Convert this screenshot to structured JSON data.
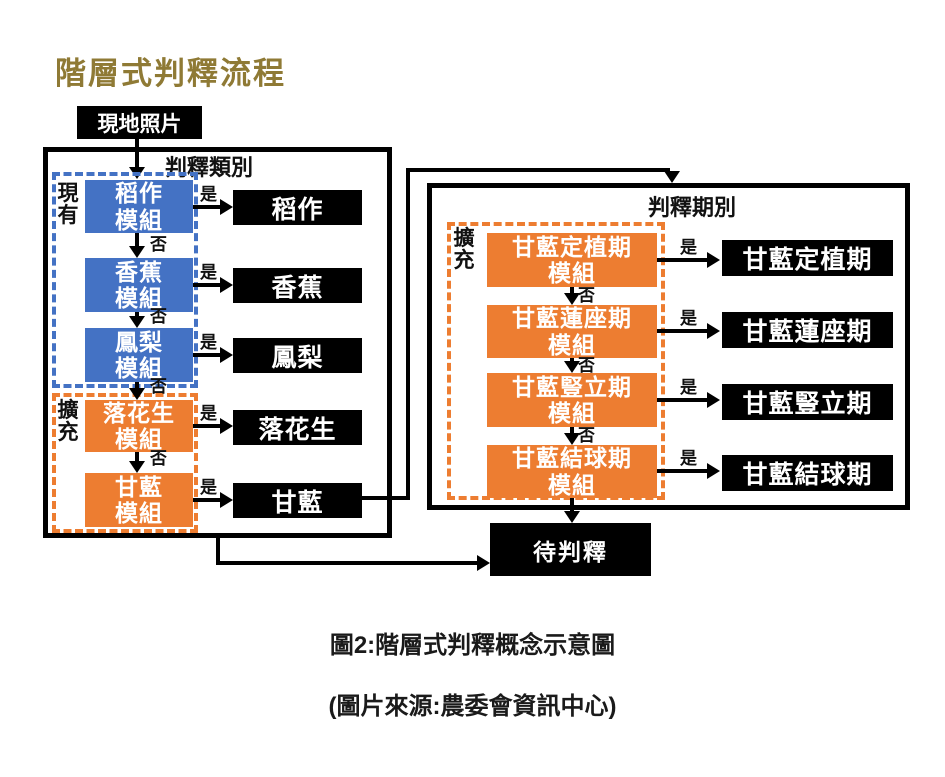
{
  "title": "階層式判釋流程",
  "source_box": "現地照片",
  "pending_box": "待判釋",
  "labels": {
    "yes": "是",
    "no": "否"
  },
  "colors": {
    "module_blue": "#4472C4",
    "module_orange": "#ED7D31",
    "box_black": "#000000",
    "title_gold": "#8F7A35"
  },
  "left_panel": {
    "label": "判釋類別",
    "existing": {
      "label": "現有",
      "modules": [
        {
          "l1": "稻作",
          "l2": "模組"
        },
        {
          "l1": "香蕉",
          "l2": "模組"
        },
        {
          "l1": "鳳梨",
          "l2": "模組"
        }
      ],
      "outputs": [
        "稻作",
        "香蕉",
        "鳳梨"
      ]
    },
    "expansion": {
      "label": "擴充",
      "modules": [
        {
          "l1": "落花生",
          "l2": "模組"
        },
        {
          "l1": "甘藍",
          "l2": "模組"
        }
      ],
      "outputs": [
        "落花生",
        "甘藍"
      ]
    }
  },
  "right_panel": {
    "label": "判釋期別",
    "expansion": {
      "label": "擴充",
      "modules": [
        {
          "l1": "甘藍定植期",
          "l2": "模組"
        },
        {
          "l1": "甘藍蓮座期",
          "l2": "模組"
        },
        {
          "l1": "甘藍豎立期",
          "l2": "模組"
        },
        {
          "l1": "甘藍結球期",
          "l2": "模組"
        }
      ],
      "outputs": [
        "甘藍定植期",
        "甘藍蓮座期",
        "甘藍豎立期",
        "甘藍結球期"
      ]
    }
  },
  "captions": {
    "line1": "圖2:階層式判釋概念示意圖",
    "line2": "(圖片來源:農委會資訊中心)"
  }
}
